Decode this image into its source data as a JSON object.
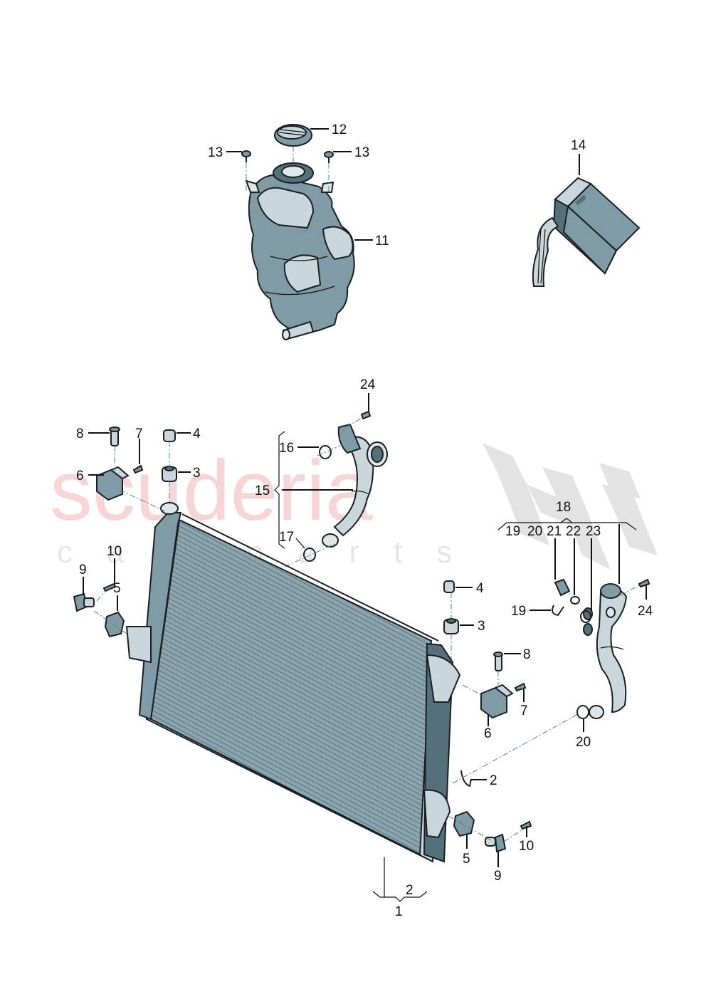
{
  "diagram": {
    "type": "exploded-parts-diagram",
    "subject": "Coolant radiator, expansion tank and coolant pipes",
    "colors": {
      "part_fill": "#7f9ba5",
      "part_highlight": "#c9d7dc",
      "part_shadow": "#54707b",
      "outline": "#1a1f22",
      "leader": "#111111",
      "axis_line": "#5a7d8c",
      "watermark_red": "#f6c8c8",
      "watermark_grey": "#e6e6e6"
    },
    "watermark": {
      "brand": "scuderia",
      "sub": "car parts"
    },
    "callouts": [
      {
        "id": "c12",
        "label": "12",
        "part": "expansion-tank-cap"
      },
      {
        "id": "c13a",
        "label": "13",
        "part": "tank-screw-left"
      },
      {
        "id": "c13b",
        "label": "13",
        "part": "tank-screw-right"
      },
      {
        "id": "c11",
        "label": "11",
        "part": "expansion-tank"
      },
      {
        "id": "c14",
        "label": "14",
        "part": "module-with-wiring"
      },
      {
        "id": "c24a",
        "label": "24",
        "part": "pipe-bolt-upper"
      },
      {
        "id": "c16",
        "label": "16",
        "part": "o-ring-upper"
      },
      {
        "id": "c15",
        "label": "15",
        "part": "coolant-pipe-upper"
      },
      {
        "id": "c17",
        "label": "17",
        "part": "o-ring-lower"
      },
      {
        "id": "c8a",
        "label": "8",
        "part": "pin-left"
      },
      {
        "id": "c7a",
        "label": "7",
        "part": "screw-left"
      },
      {
        "id": "c4a",
        "label": "4",
        "part": "grommet-top-left"
      },
      {
        "id": "c3a",
        "label": "3",
        "part": "bushing-left"
      },
      {
        "id": "c6a",
        "label": "6",
        "part": "bracket-left"
      },
      {
        "id": "c10a",
        "label": "10",
        "part": "bolt-left"
      },
      {
        "id": "c9a",
        "label": "9",
        "part": "mount-left"
      },
      {
        "id": "c5a",
        "label": "5",
        "part": "clip-left"
      },
      {
        "id": "c18",
        "label": "18",
        "part": "coolant-pipe-assembly"
      },
      {
        "id": "c18s19",
        "label": "19",
        "part": "set-item"
      },
      {
        "id": "c18s20",
        "label": "20",
        "part": "set-item"
      },
      {
        "id": "c18s21",
        "label": "21",
        "part": "set-item"
      },
      {
        "id": "c18s22",
        "label": "22",
        "part": "set-item"
      },
      {
        "id": "c18s23",
        "label": "23",
        "part": "set-item"
      },
      {
        "id": "c19",
        "label": "19",
        "part": "retaining-clip"
      },
      {
        "id": "c24b",
        "label": "24",
        "part": "pipe-bolt-right"
      },
      {
        "id": "c4b",
        "label": "4",
        "part": "grommet-top-right"
      },
      {
        "id": "c3b",
        "label": "3",
        "part": "bushing-right"
      },
      {
        "id": "c8b",
        "label": "8",
        "part": "pin-right"
      },
      {
        "id": "c7b",
        "label": "7",
        "part": "screw-right"
      },
      {
        "id": "c6b",
        "label": "6",
        "part": "bracket-right"
      },
      {
        "id": "c20",
        "label": "20",
        "part": "o-ring-pipe"
      },
      {
        "id": "c2a",
        "label": "2",
        "part": "spring-clip"
      },
      {
        "id": "c5b",
        "label": "5",
        "part": "clip-right"
      },
      {
        "id": "c10b",
        "label": "10",
        "part": "bolt-right"
      },
      {
        "id": "c9b",
        "label": "9",
        "part": "mount-right"
      },
      {
        "id": "c2b",
        "label": "2",
        "part": "radiator-set-sub"
      },
      {
        "id": "c1",
        "label": "1",
        "part": "radiator"
      }
    ]
  }
}
